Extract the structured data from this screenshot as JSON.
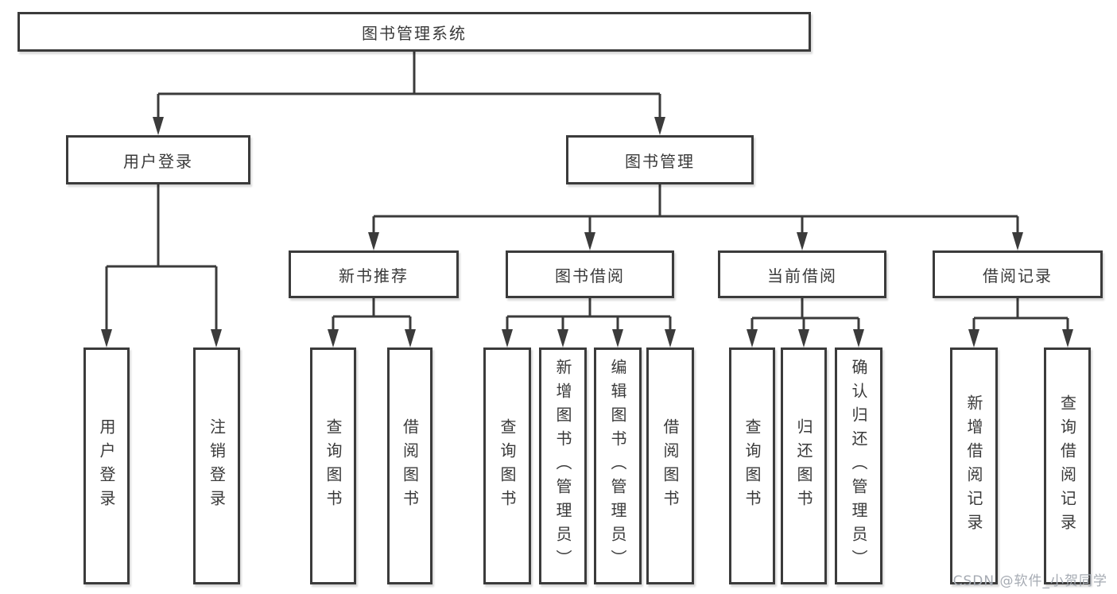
{
  "diagram": {
    "type": "hierarchy-tree",
    "colors": {
      "line": "#3b3b3b",
      "box_border": "#3b3b3b",
      "box_fill": "#ffffff",
      "text": "#3a3a3a",
      "watermark": "#a6abb3",
      "background": "#ffffff"
    },
    "tree": {
      "root": {
        "label": "图书管理系统"
      },
      "branches": [
        {
          "label": "用户登录",
          "children": [
            {
              "label": "用户登录"
            },
            {
              "label": "注销登录"
            }
          ]
        },
        {
          "label": "图书管理",
          "children": [
            {
              "label": "新书推荐",
              "children": [
                {
                  "label": "查询图书"
                },
                {
                  "label": "借阅图书"
                }
              ]
            },
            {
              "label": "图书借阅",
              "children": [
                {
                  "label": "查询图书"
                },
                {
                  "label": "新增图书（管理员）"
                },
                {
                  "label": "编辑图书（管理员）"
                },
                {
                  "label": "借阅图书"
                }
              ]
            },
            {
              "label": "当前借阅",
              "children": [
                {
                  "label": "查询图书"
                },
                {
                  "label": "归还图书"
                },
                {
                  "label": "确认归还（管理员）"
                }
              ]
            },
            {
              "label": "借阅记录",
              "children": [
                {
                  "label": "新增借阅记录"
                },
                {
                  "label": "查询借阅记录"
                }
              ]
            }
          ]
        }
      ]
    },
    "watermark": {
      "text": "CSDN @软件_小贺同学"
    }
  }
}
